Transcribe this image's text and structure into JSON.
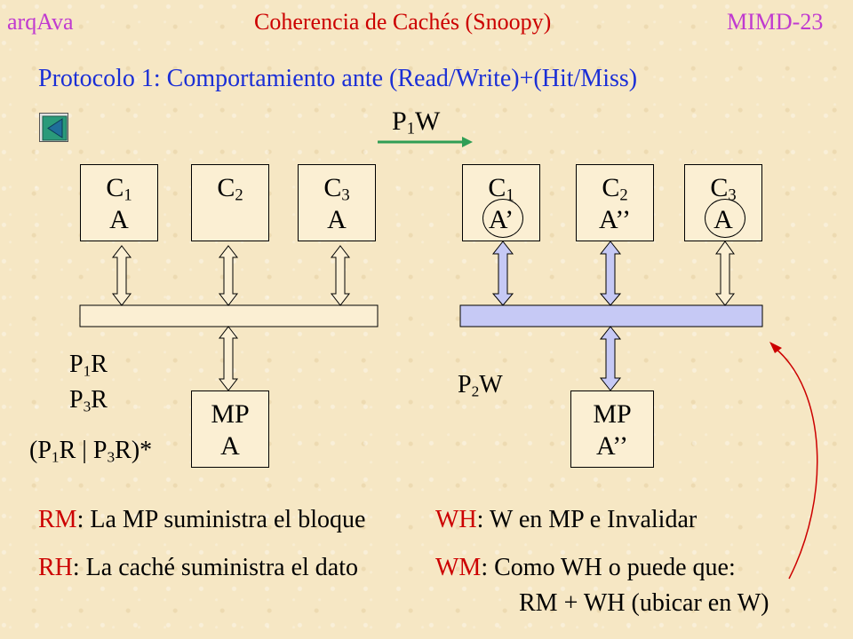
{
  "header": {
    "left": "arqAva",
    "title": "Coherencia de Cachés (Snoopy)",
    "right": "MIMD-23"
  },
  "subtitle": "Protocolo 1: Comportamiento ante (Read/Write)+(Hit/Miss)",
  "colors": {
    "header": "#c03ad0",
    "subtitle": "#1b2fd6",
    "accent_red": "#cc0000",
    "bus_active": "#c6c9f5",
    "nav_icon": "#2a9a7a"
  },
  "nav": {
    "icon": "back-arrow-icon"
  },
  "transition_label": {
    "p": "P",
    "sub": "1",
    "op": "W"
  },
  "left_diagram": {
    "caches": [
      {
        "name": "C",
        "sub": "1",
        "value": "A"
      },
      {
        "name": "C",
        "sub": "2",
        "value": ""
      },
      {
        "name": "C",
        "sub": "3",
        "value": "A"
      }
    ],
    "memory": {
      "name": "MP",
      "value": "A"
    },
    "ops": {
      "op1": {
        "p": "P",
        "sub": "1",
        "op": "R"
      },
      "op2": {
        "p": "P",
        "sub": "3",
        "op": "R"
      },
      "seq": {
        "open": "(P",
        "sub1": "1",
        "mid": "R | P",
        "sub2": "3",
        "close": "R)*"
      }
    }
  },
  "right_diagram": {
    "caches": [
      {
        "name": "C",
        "sub": "1",
        "value": "A’"
      },
      {
        "name": "C",
        "sub": "2",
        "value": "A’’"
      },
      {
        "name": "C",
        "sub": "3",
        "value": "A"
      }
    ],
    "memory": {
      "name": "MP",
      "value": "A’’"
    },
    "op": {
      "p": "P",
      "sub": "2",
      "op": "W"
    }
  },
  "legend": {
    "rm": {
      "code": "RM",
      "text": ": La MP suministra el bloque"
    },
    "rh": {
      "code": "RH",
      "text": ": La caché suministra el dato"
    },
    "wh": {
      "code": "WH",
      "text": ": W en MP e Invalidar"
    },
    "wm": {
      "code": "WM",
      "text": ": Como WH o puede que:"
    },
    "wm_detail": "RM + WH (ubicar en W)"
  }
}
